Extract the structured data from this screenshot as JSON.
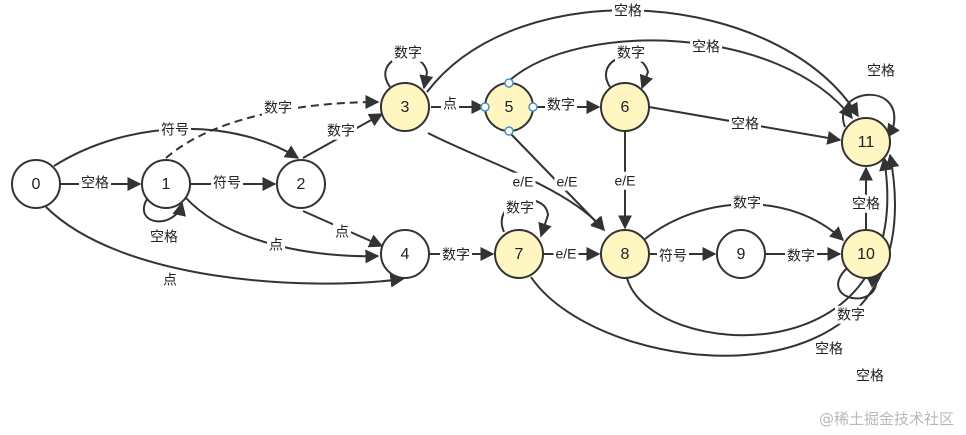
{
  "diagram": {
    "nodes": [
      {
        "id": "0",
        "label": "0",
        "accepting": false
      },
      {
        "id": "1",
        "label": "1",
        "accepting": false
      },
      {
        "id": "2",
        "label": "2",
        "accepting": false
      },
      {
        "id": "3",
        "label": "3",
        "accepting": true
      },
      {
        "id": "4",
        "label": "4",
        "accepting": false
      },
      {
        "id": "5",
        "label": "5",
        "accepting": true
      },
      {
        "id": "6",
        "label": "6",
        "accepting": true
      },
      {
        "id": "7",
        "label": "7",
        "accepting": true
      },
      {
        "id": "8",
        "label": "8",
        "accepting": true
      },
      {
        "id": "9",
        "label": "9",
        "accepting": false
      },
      {
        "id": "10",
        "label": "10",
        "accepting": true
      },
      {
        "id": "11",
        "label": "11",
        "accepting": true
      }
    ],
    "edges": [
      {
        "from": "0",
        "to": "1",
        "label": "空格",
        "style": "solid"
      },
      {
        "from": "1",
        "to": "1",
        "label": "空格",
        "style": "solid"
      },
      {
        "from": "0",
        "to": "2",
        "label": "符号",
        "style": "solid"
      },
      {
        "from": "1",
        "to": "2",
        "label": "符号",
        "style": "solid"
      },
      {
        "from": "1",
        "to": "3",
        "label": "数字",
        "style": "dashed"
      },
      {
        "from": "2",
        "to": "3",
        "label": "数字",
        "style": "solid"
      },
      {
        "from": "1",
        "to": "4",
        "label": "点",
        "style": "solid"
      },
      {
        "from": "2",
        "to": "4",
        "label": "点",
        "style": "solid"
      },
      {
        "from": "0",
        "to": "4",
        "label": "点",
        "style": "solid"
      },
      {
        "from": "3",
        "to": "3",
        "label": "数字",
        "style": "solid"
      },
      {
        "from": "3",
        "to": "5",
        "label": "点",
        "style": "solid"
      },
      {
        "from": "3",
        "to": "11",
        "label": "空格",
        "style": "solid"
      },
      {
        "from": "3",
        "to": "8",
        "label": "e/E",
        "style": "solid"
      },
      {
        "from": "5",
        "to": "6",
        "label": "数字",
        "style": "solid"
      },
      {
        "from": "5",
        "to": "11",
        "label": "空格",
        "style": "solid"
      },
      {
        "from": "5",
        "to": "8",
        "label": "e/E",
        "style": "solid"
      },
      {
        "from": "6",
        "to": "6",
        "label": "数字",
        "style": "solid"
      },
      {
        "from": "6",
        "to": "11",
        "label": "空格",
        "style": "solid"
      },
      {
        "from": "6",
        "to": "8",
        "label": "e/E",
        "style": "solid"
      },
      {
        "from": "4",
        "to": "7",
        "label": "数字",
        "style": "solid"
      },
      {
        "from": "7",
        "to": "7",
        "label": "数字",
        "style": "solid"
      },
      {
        "from": "7",
        "to": "8",
        "label": "e/E",
        "style": "solid"
      },
      {
        "from": "7",
        "to": "11",
        "label": "空格",
        "style": "solid"
      },
      {
        "from": "8",
        "to": "9",
        "label": "符号",
        "style": "solid"
      },
      {
        "from": "8",
        "to": "10",
        "label": "数字",
        "style": "solid"
      },
      {
        "from": "8",
        "to": "11",
        "label": "空格",
        "style": "solid"
      },
      {
        "from": "9",
        "to": "10",
        "label": "数字",
        "style": "solid"
      },
      {
        "from": "10",
        "to": "10",
        "label": "数字",
        "style": "solid"
      },
      {
        "from": "10",
        "to": "11",
        "label": "空格",
        "style": "solid"
      },
      {
        "from": "11",
        "to": "11",
        "label": "空格",
        "style": "solid"
      }
    ]
  },
  "colors": {
    "accepting_fill": "#fff6c2",
    "normal_fill": "#ffffff",
    "stroke": "#333333",
    "text": "#222222",
    "handle": "#4a90c2"
  },
  "watermark": "@稀土掘金技术社区"
}
